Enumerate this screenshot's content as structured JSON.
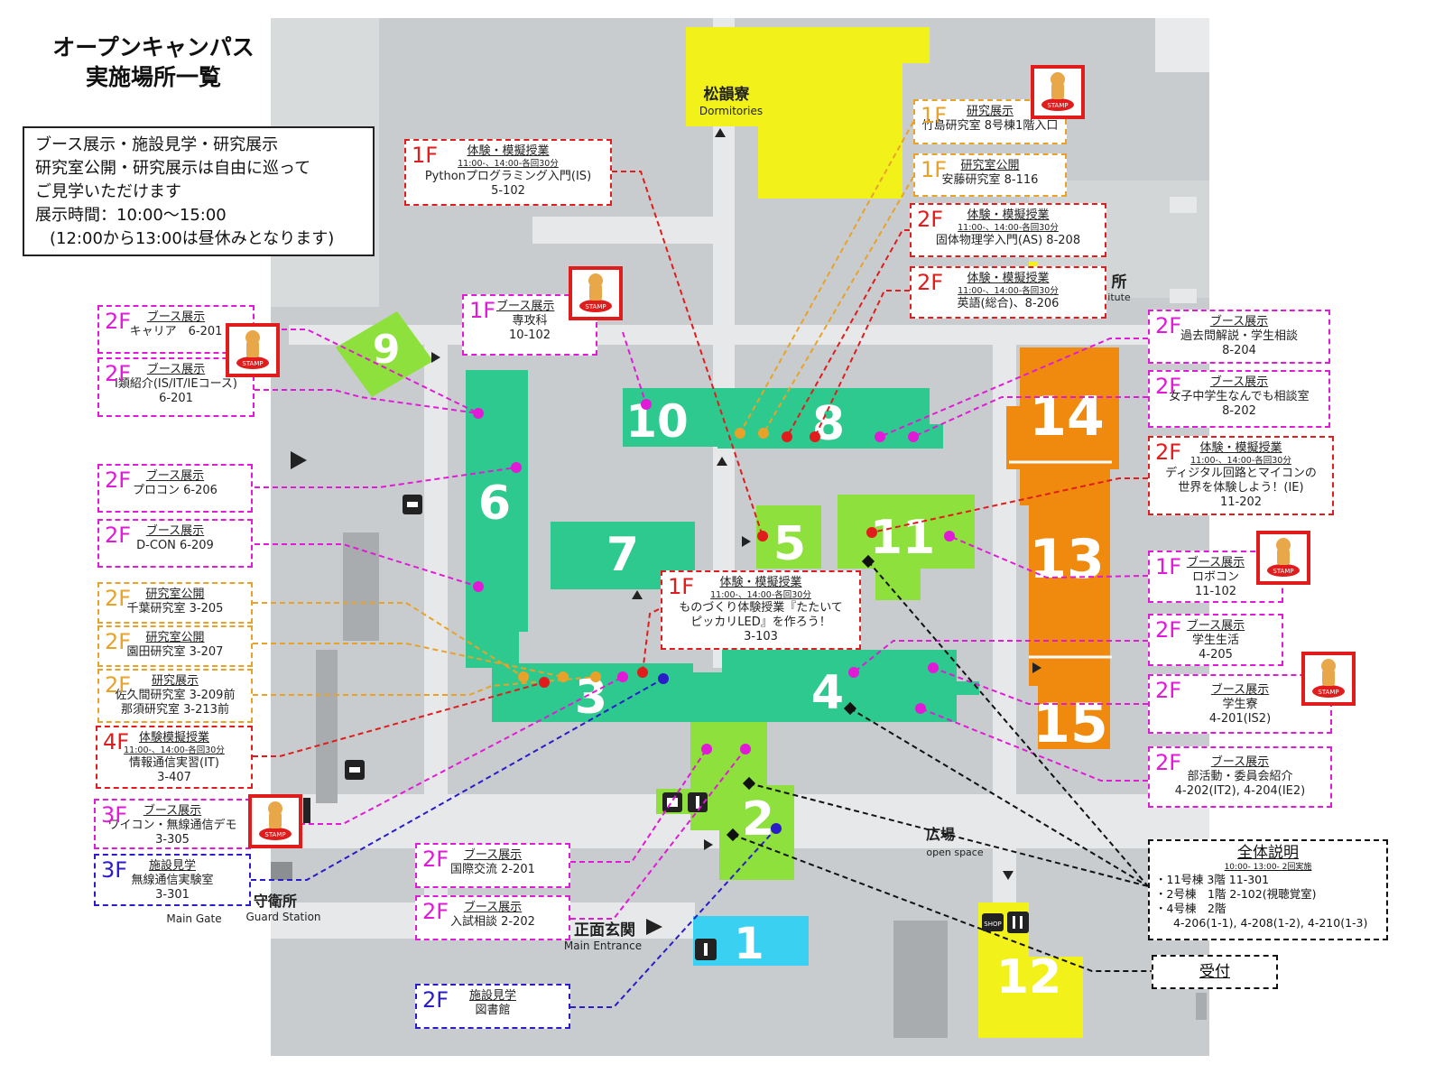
{
  "title": {
    "line1": "オープンキャンパス",
    "line2": "実施場所一覧"
  },
  "info": {
    "line1": "ブース展示・施設見学・研究展示",
    "line2": "研究室公開・研究展示は自由に巡って",
    "line3": "ご見学いただけます",
    "line4": "展示時間：10:00～15:00",
    "line5": "(12:00から13:00は昼休みとなります)"
  },
  "buildings": [
    "1",
    "2",
    "3",
    "4",
    "5",
    "6",
    "7",
    "8",
    "9",
    "10",
    "11",
    "12",
    "13",
    "14",
    "15"
  ],
  "map_labels": {
    "dorm_jp": "松韻寮",
    "dorm_en": "Dormitories",
    "open_space_jp": "広場",
    "open_space_en": "open space",
    "main_gate_en": "Main Gate",
    "guard_jp": "守衛所",
    "guard_en": "Guard Station",
    "main_entrance_jp": "正面玄関",
    "main_entrance_en": "Main Entrance",
    "institute_jp": "所",
    "institute_en": "itute",
    "shop": "SHOP"
  },
  "colors": {
    "booth": "#e11ad8",
    "lab": "#e8a22a",
    "trial": "#e01c1c",
    "tour": "#2a1cc8",
    "teal_building": "#2ec98e",
    "lime_building": "#8ee03c",
    "orange_building": "#ef8a0e",
    "yellow_building": "#f2f21a",
    "cyan_building": "#39d0f2"
  },
  "callouts": [
    {
      "id": "c-6-201-career",
      "type": "booth",
      "floor": "2F",
      "category": "ブース展示",
      "sub": "",
      "desc1": "キャリア　6-201",
      "desc2": ""
    },
    {
      "id": "c-6-201-intro",
      "type": "booth",
      "floor": "2F",
      "category": "ブース展示",
      "sub": "",
      "desc1": "Ⅰ類紹介(IS/IT/IEコース)",
      "desc2": "6-201"
    },
    {
      "id": "c-6-206",
      "type": "booth",
      "floor": "2F",
      "category": "ブース展示",
      "sub": "",
      "desc1": "プロコン 6-206",
      "desc2": ""
    },
    {
      "id": "c-6-209",
      "type": "booth",
      "floor": "2F",
      "category": "ブース展示",
      "sub": "",
      "desc1": "D-CON 6-209",
      "desc2": ""
    },
    {
      "id": "c-3-205",
      "type": "lab",
      "floor": "2F",
      "category": "研究室公開",
      "sub": "",
      "desc1": "千葉研究室 3-205",
      "desc2": ""
    },
    {
      "id": "c-3-207",
      "type": "lab",
      "floor": "2F",
      "category": "研究室公開",
      "sub": "",
      "desc1": "園田研究室 3-207",
      "desc2": ""
    },
    {
      "id": "c-3-209",
      "type": "lab",
      "floor": "2F",
      "category": "研究展示",
      "sub": "",
      "desc1": "佐久間研究室 3-209前",
      "desc2": "那須研究室 3-213前"
    },
    {
      "id": "c-3-407",
      "type": "trial",
      "floor": "4F",
      "category": "体験模擬授業",
      "sub": "11:00-、14:00-各回30分",
      "desc1": "情報通信実習(IT)",
      "desc2": "3-407"
    },
    {
      "id": "c-3-305",
      "type": "booth",
      "floor": "3F",
      "category": "ブース展示",
      "sub": "",
      "desc1": "ワイコン・無線通信デモ",
      "desc2": "3-305"
    },
    {
      "id": "c-3-301",
      "type": "tour",
      "floor": "3F",
      "category": "施設見学",
      "sub": "",
      "desc1": "無線通信実験室",
      "desc2": "3-301"
    },
    {
      "id": "c-2-201",
      "type": "booth",
      "floor": "2F",
      "category": "ブース展示",
      "sub": "",
      "desc1": "国際交流 2-201",
      "desc2": ""
    },
    {
      "id": "c-2-202",
      "type": "booth",
      "floor": "2F",
      "category": "ブース展示",
      "sub": "",
      "desc1": "入試相談 2-202",
      "desc2": ""
    },
    {
      "id": "c-library",
      "type": "tour",
      "floor": "2F",
      "category": "施設見学",
      "sub": "",
      "desc1": "図書館",
      "desc2": ""
    },
    {
      "id": "c-5-102",
      "type": "trial",
      "floor": "1F",
      "category": "体験・模擬授業",
      "sub": "11:00-、14:00-各回30分",
      "desc1": "Pythonプログラミング入門(IS)",
      "desc2": "5-102"
    },
    {
      "id": "c-10-102",
      "type": "booth",
      "floor": "1F",
      "category": "ブース展示",
      "sub": "",
      "desc1": "専攻科",
      "desc2": "10-102"
    },
    {
      "id": "c-3-103",
      "type": "trial",
      "floor": "1F",
      "category": "体験・模擬授業",
      "sub": "11:00-、14:00-各回30分",
      "desc1": "ものづくり体験授業『たたいて",
      "desc2": "ピッカリLED』を作ろう！",
      "desc3": "3-103"
    },
    {
      "id": "c-takeshima",
      "type": "lab",
      "floor": "1F",
      "category": "研究展示",
      "sub": "",
      "desc1": "竹島研究室 8号棟1階入口",
      "desc2": ""
    },
    {
      "id": "c-8-116",
      "type": "lab",
      "floor": "1F",
      "category": "研究室公開",
      "sub": "",
      "desc1": "安藤研究室 8-116",
      "desc2": ""
    },
    {
      "id": "c-8-208",
      "type": "trial",
      "floor": "2F",
      "category": "体験・模擬授業",
      "sub": "11:00-、14:00-各回30分",
      "desc1": "固体物理学入門(AS) 8-208",
      "desc2": ""
    },
    {
      "id": "c-8-206",
      "type": "trial",
      "floor": "2F",
      "category": "体験・模擬授業",
      "sub": "11:00-、14:00-各回30分",
      "desc1": "英語(総合)、8-206",
      "desc2": ""
    },
    {
      "id": "c-8-204",
      "type": "booth",
      "floor": "2F",
      "category": "ブース展示",
      "sub": "",
      "desc1": "過去問解説・学生相談",
      "desc2": "8-204"
    },
    {
      "id": "c-8-202",
      "type": "booth",
      "floor": "2F",
      "category": "ブース展示",
      "sub": "",
      "desc1": "女子中学生なんでも相談室",
      "desc2": "8-202"
    },
    {
      "id": "c-11-202",
      "type": "trial",
      "floor": "2F",
      "category": "体験・模擬授業",
      "sub": "11:00-、14:00-各回30分",
      "desc1": "ディジタル回路とマイコンの",
      "desc2": "世界を体験しよう！(IE)",
      "desc3": "11-202"
    },
    {
      "id": "c-11-102",
      "type": "booth",
      "floor": "1F",
      "category": "ブース展示",
      "sub": "",
      "desc1": "ロボコン",
      "desc2": "11-102"
    },
    {
      "id": "c-4-205",
      "type": "booth",
      "floor": "2F",
      "category": "ブース展示",
      "sub": "",
      "desc1": "学生生活",
      "desc2": "4-205"
    },
    {
      "id": "c-4-201",
      "type": "booth",
      "floor": "2F",
      "category": "ブース展示",
      "sub": "",
      "desc1": "学生寮",
      "desc2": "4-201(IS2)"
    },
    {
      "id": "c-4-202",
      "type": "booth",
      "floor": "2F",
      "category": "ブース展示",
      "sub": "",
      "desc1": "部活動・委員会紹介",
      "desc2": "4-202(IT2), 4-204(IE2)"
    }
  ],
  "overall": {
    "heading": "全体説明",
    "time": "10:00- 13:00- 2回実施",
    "row1": "・11号棟 3階 11-301",
    "row2": "・2号棟　1階 2-102(視聴覚室)",
    "row3": "・4号棟　2階",
    "row4": "4-206(1-1), 4-208(1-2), 4-210(1-3)"
  },
  "reception": "受付",
  "stamp_label": "STAMP"
}
